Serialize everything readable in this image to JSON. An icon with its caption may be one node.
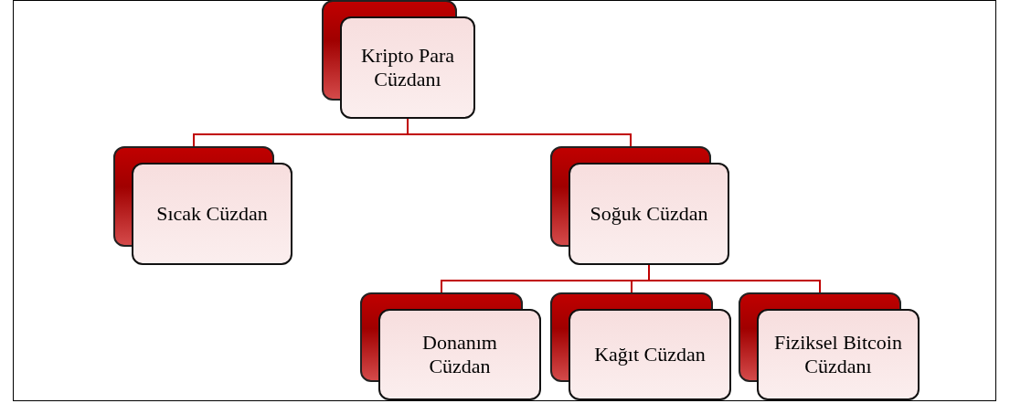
{
  "diagram": {
    "nodes": [
      {
        "text": [
          "Kripto Para Cüzdanı"
        ]
      },
      {
        "text": [
          "Sıcak Cüzdan"
        ]
      },
      {
        "text": [
          "Soğuk Cüzdan"
        ]
      },
      {
        "text": [
          "Donanım Cüzdan"
        ]
      },
      {
        "text": [
          "Kağıt Cüzdan"
        ]
      },
      {
        "text": [
          "Fiziksel Bitcoin Cüzdanı"
        ]
      }
    ],
    "edges": [
      {
        "from": 0,
        "to": 1,
        "arrow": "none"
      },
      {
        "from": 0,
        "to": 2,
        "arrow": "none"
      },
      {
        "from": 2,
        "to": 3,
        "arrow": "none"
      },
      {
        "from": 2,
        "to": 4,
        "arrow": "none"
      },
      {
        "from": 2,
        "to": 5,
        "arrow": "none"
      }
    ]
  }
}
